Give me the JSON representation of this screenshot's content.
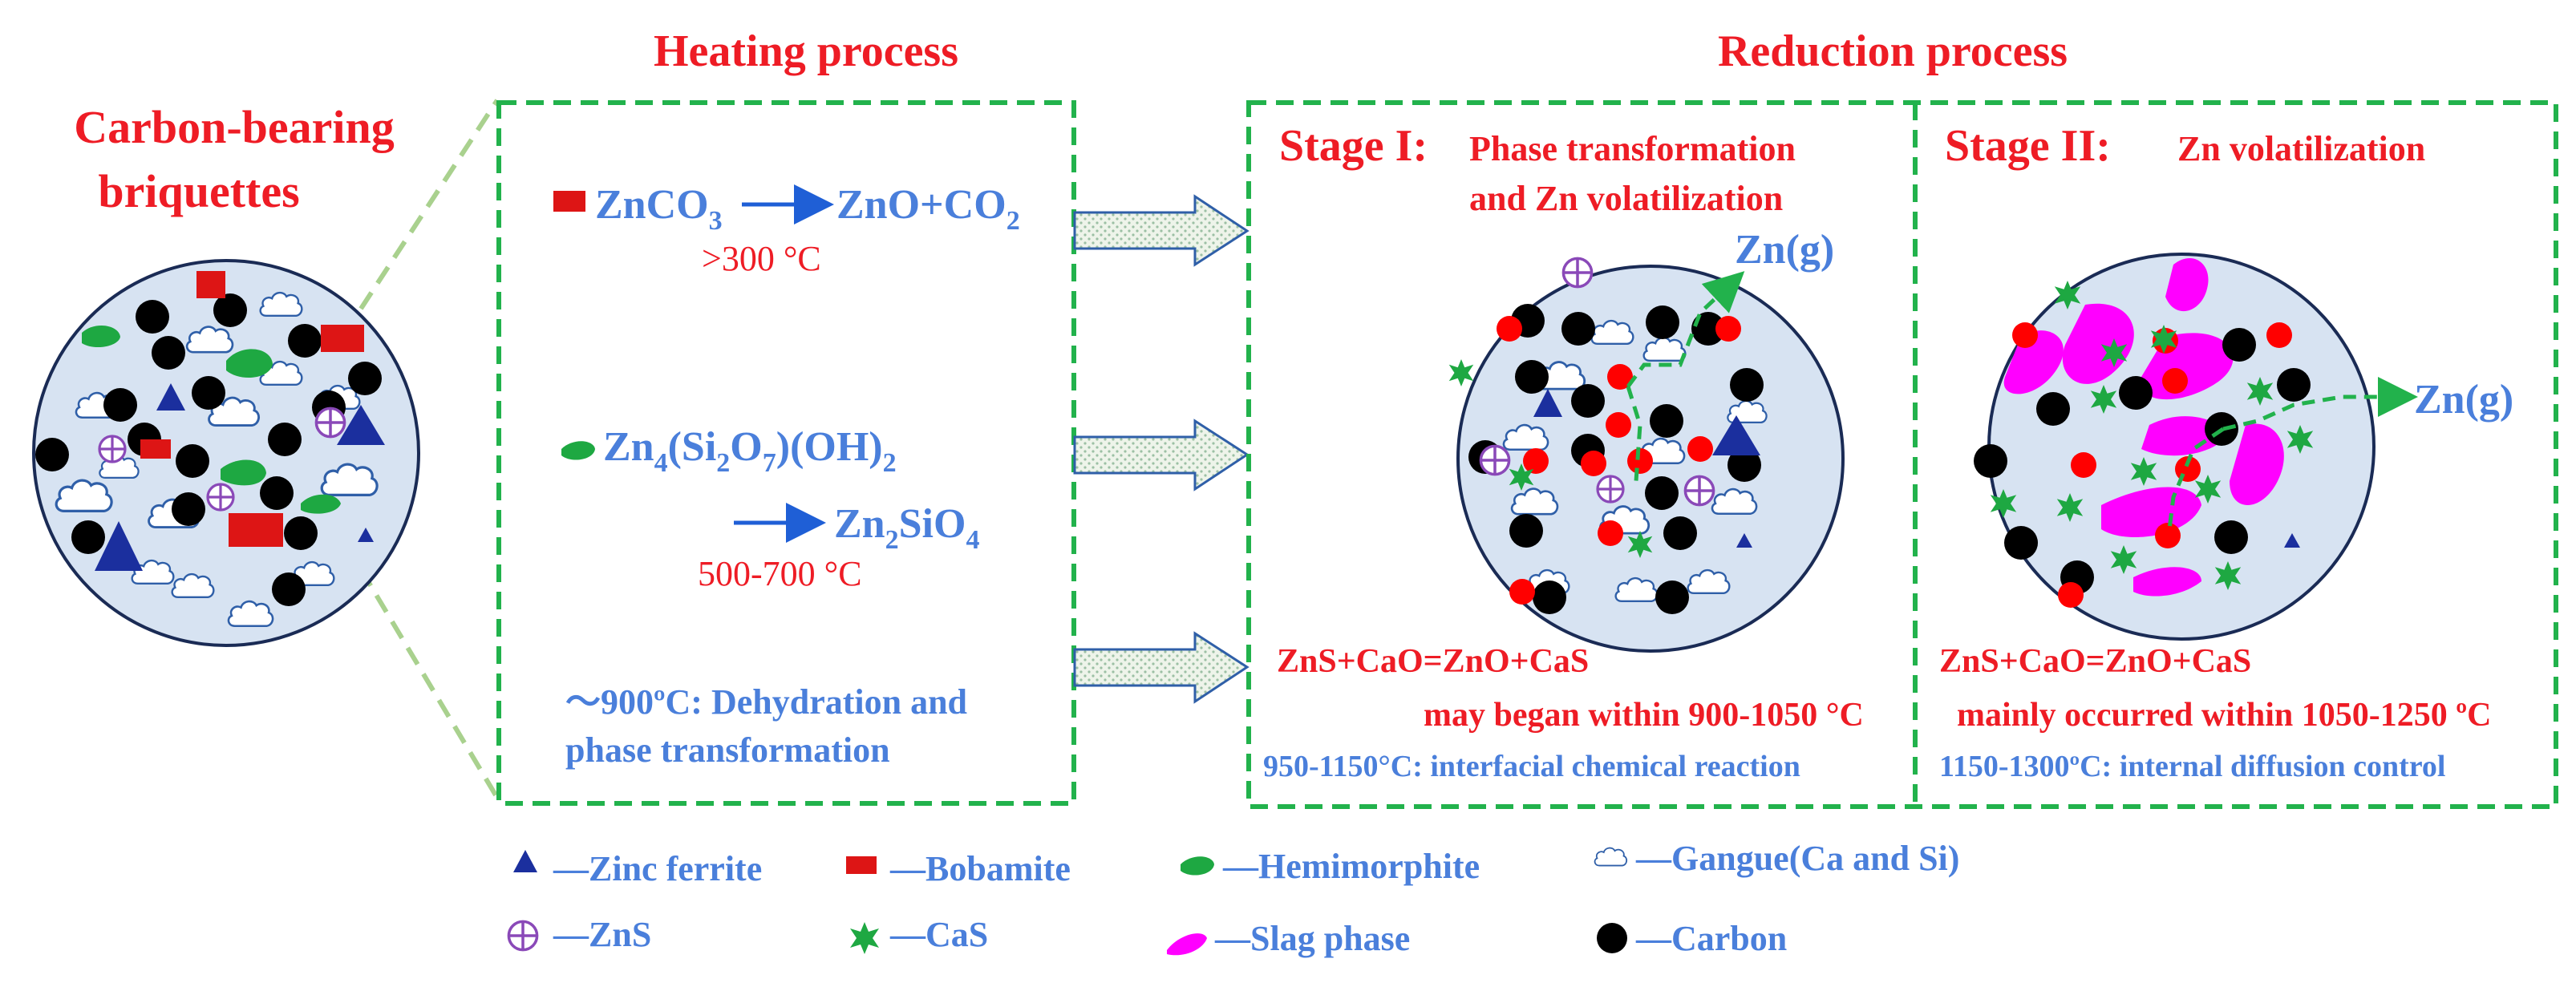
{
  "colors": {
    "title_red": "#ee1c25",
    "text_blue": "#4a7fdb",
    "box_green": "#22b24c",
    "circle_fill": "#d7e3f2",
    "zinc_ferrite": "#1b2f9e",
    "bobamite": "#dd1515",
    "hemimorphite": "#1ea842",
    "zns": "#8a49b8",
    "cas": "#1ea842",
    "slag": "#ff00ff",
    "carbon": "#000000",
    "zn_red_dot": "#ff0000"
  },
  "titles": {
    "left": [
      "Carbon-bearing",
      "briquettes"
    ],
    "heating": "Heating process",
    "reduction": "Reduction process"
  },
  "heating": {
    "reaction1": {
      "lhs": "ZnCO",
      "lhs_sub": "3",
      "rhs": "ZnO+CO",
      "rhs_sub": "2",
      "temp": ">300 °C"
    },
    "reaction2": {
      "p1": "Zn",
      "s1": "4",
      "p2": "(Si",
      "s2": "2",
      "p3": "O",
      "s3": "7",
      "p4": ")(OH)",
      "s4": "2",
      "q1": "Zn",
      "t1": "2",
      "q2": "SiO",
      "t2": "4",
      "temp": "500-700 °C"
    },
    "note_line1": "～900ºC: Dehydration and",
    "note_line2": "phase transformation"
  },
  "stage1": {
    "label": "Stage I:",
    "desc1": "Phase transformation",
    "desc2": "and  Zn volatilization",
    "gas": "Zn(g)",
    "reaction": "ZnS+CaO=ZnO+CaS",
    "range": "may began within 900-1050 °C",
    "control": "950-1150°C: interfacial chemical reaction"
  },
  "stage2": {
    "label": "Stage II:",
    "desc": "Zn volatilization",
    "gas": "Zn(g)",
    "reaction": "ZnS+CaO=ZnO+CaS",
    "range": "mainly occurred within 1050-1250 ºC",
    "control": "1150-1300ºC: internal diffusion control"
  },
  "legend": {
    "zinc_ferrite": "—Zinc ferrite",
    "bobamite": "—Bobamite",
    "hemimorphite": "—Hemimorphite",
    "gangue": "—Gangue(Ca and Si)",
    "zns": "—ZnS",
    "cas": "—CaS",
    "slag": "—Slag phase",
    "carbon": "—Carbon"
  }
}
